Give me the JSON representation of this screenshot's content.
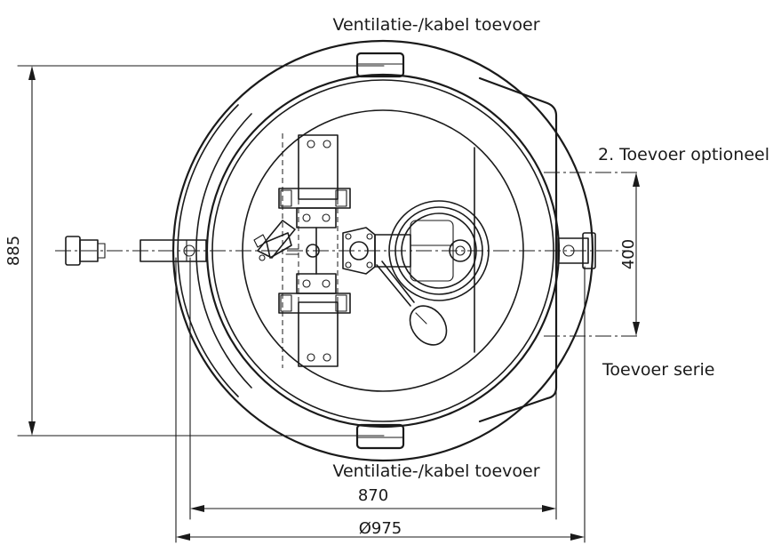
{
  "labels": {
    "top_inlet": "Ventilatie-/kabel toevoer",
    "bottom_inlet": "Ventilatie-/kabel toevoer",
    "optional_inlet": "2. Toevoer optioneel",
    "standard_inlet": "Toevoer serie"
  },
  "dimensions": {
    "height": "885",
    "spacing": "400",
    "width": "870",
    "diameter": "Ø975"
  }
}
